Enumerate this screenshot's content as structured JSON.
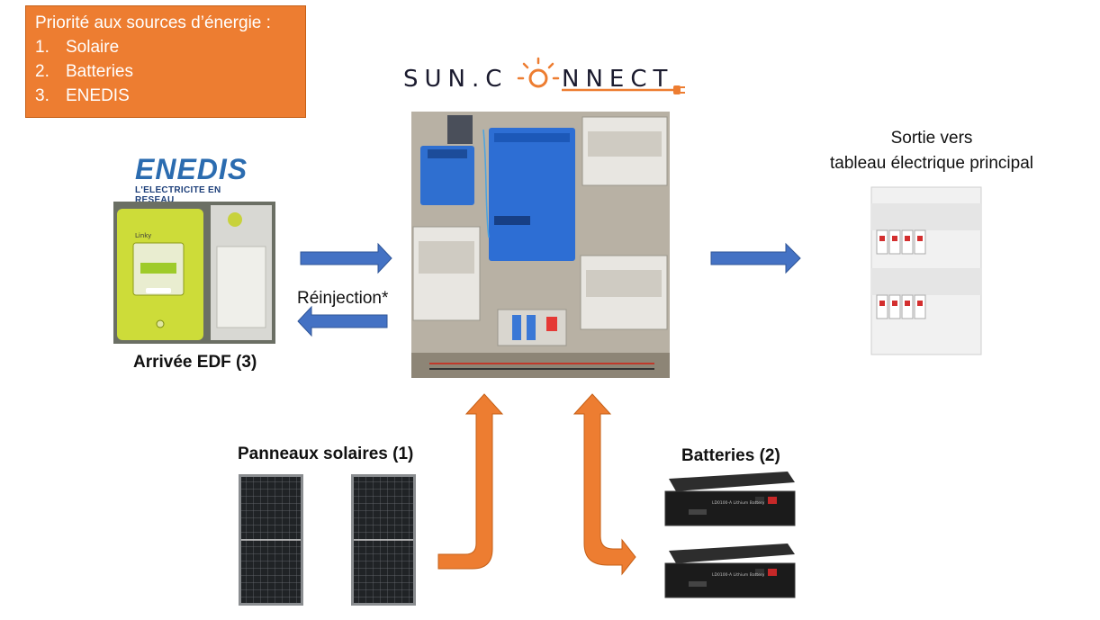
{
  "priority": {
    "title": "Priorité aux sources d’énergie :",
    "items": [
      {
        "num": "1.",
        "label": "Solaire"
      },
      {
        "num": "2.",
        "label": "Batteries"
      },
      {
        "num": "3.",
        "label": "ENEDIS"
      }
    ]
  },
  "logos": {
    "sunconnect": "SUN.C  NNECT",
    "enedis": "ENEDIS",
    "enedis_tagline": "L'ELECTRICITE EN RESEAU"
  },
  "labels": {
    "edf_arrival": "Arrivée EDF (3)",
    "reinjection": "Réinjection*",
    "output_line1": "Sortie vers",
    "output_line2": "tableau électrique principal",
    "solar_panels": "Panneaux solaires (1)",
    "batteries": "Batteries (2)"
  },
  "device_text": {
    "battery_model": "LD0100-A Lithium Battery",
    "meter_brand": "Linky"
  },
  "colors": {
    "priority_box": "#ED7D31",
    "arrow_blue": "#4472C4",
    "arrow_orange": "#ED7D31",
    "enedis_blue": "#2B6CB0",
    "meter_green": "#CDDC39"
  }
}
